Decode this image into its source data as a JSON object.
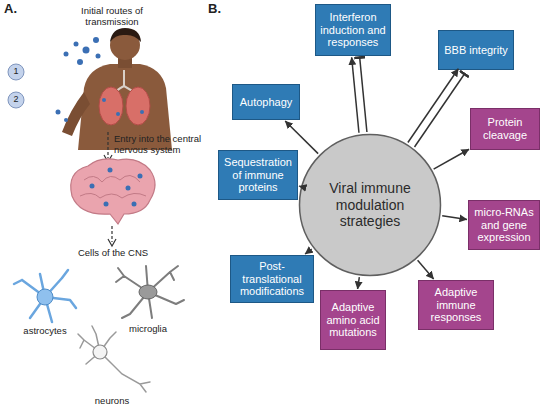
{
  "diagram": {
    "nodes": [
      {
        "text": [
          "Viral immune modulation strategies"
        ]
      },
      {
        "text": [
          "Interferon induction and responses"
        ]
      },
      {
        "text": [
          "BBB integrity"
        ]
      },
      {
        "text": [
          "Autophagy"
        ]
      },
      {
        "text": [
          "Protein cleavage"
        ]
      },
      {
        "text": [
          "Sequestration of immune proteins"
        ]
      },
      {
        "text": [
          "micro-RNAs and gene expression"
        ]
      },
      {
        "text": [
          "Post-translational modifications"
        ]
      },
      {
        "text": [
          "Adaptive amino acid mutations"
        ]
      },
      {
        "text": [
          "Adaptive immune responses"
        ]
      }
    ],
    "edges": [
      {
        "from": 0,
        "to": 1,
        "arrow": "to"
      },
      {
        "from": 0,
        "to": 1,
        "arrow": "to"
      },
      {
        "from": 0,
        "to": 2,
        "arrow": "to"
      },
      {
        "from": 0,
        "to": 2,
        "arrow": "to"
      },
      {
        "from": 0,
        "to": 3,
        "arrow": "to"
      },
      {
        "from": 0,
        "to": 4,
        "arrow": "to"
      },
      {
        "from": 0,
        "to": 5,
        "arrow": "to"
      },
      {
        "from": 0,
        "to": 6,
        "arrow": "to"
      },
      {
        "from": 0,
        "to": 7,
        "arrow": "to"
      },
      {
        "from": 0,
        "to": 8,
        "arrow": "to"
      },
      {
        "from": 0,
        "to": 9,
        "arrow": "to"
      }
    ],
    "labels": [
      "A.",
      "Initial routes of transmission",
      "1",
      "2",
      "Entry into the central nervous system",
      "Cells of the CNS",
      "astrocytes",
      "microglia",
      "neurons",
      "B."
    ]
  }
}
